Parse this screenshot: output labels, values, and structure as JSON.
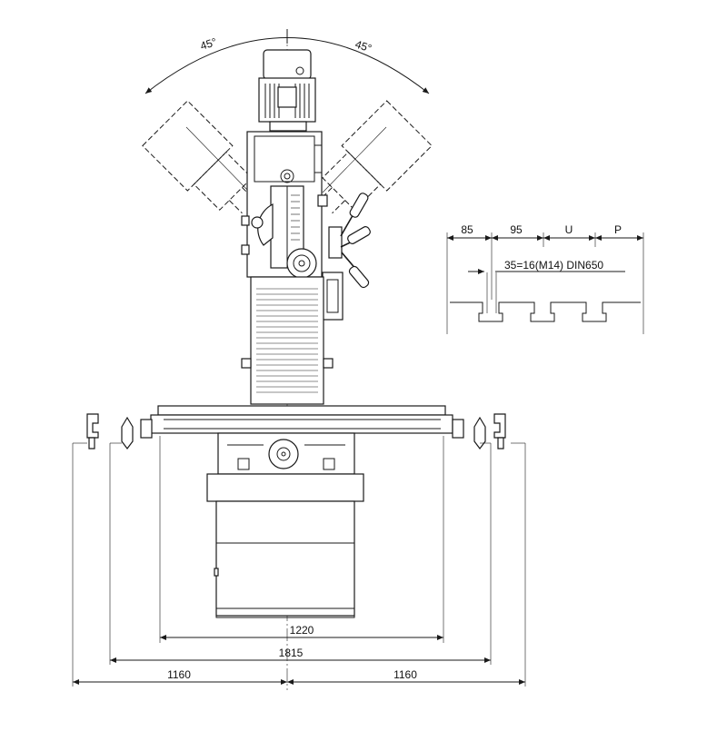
{
  "drawing": {
    "angle_left": "45°",
    "angle_right": "45°",
    "detail": {
      "dim_85": "85",
      "dim_95": "95",
      "dim_u": "U",
      "dim_p": "P",
      "slot_spec": "35=16(M14) DIN650"
    },
    "dimensions": {
      "table_length": "1220",
      "travel_width": "1815",
      "left_half": "1160",
      "right_half": "1160"
    }
  }
}
